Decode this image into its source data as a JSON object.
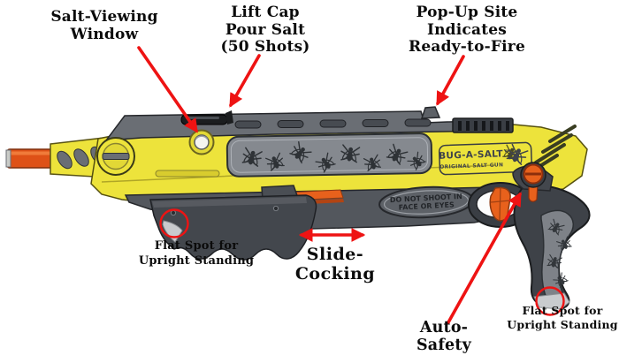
{
  "callouts": {
    "salt_viewing_window": "Salt-Viewing\nWindow",
    "lift_cap": "Lift Cap\nPour Salt\n(50 Shots)",
    "popup_site": "Pop-Up Site\nIndicates\nReady-to-Fire",
    "flat_spot_foregrip": "Flat Spot for\nUpright Standing",
    "slide_cocking": "Slide-Cocking",
    "auto_safety": "Auto-\nSafety",
    "flat_spot_grip": "Flat Spot for\nUpright Standing"
  },
  "gun_markings": {
    "brand_line1": "BUG-A-SALT™",
    "brand_line2": "ORIGINAL SALT GUN",
    "warning_line1": "DO NOT SHOOT IN",
    "warning_line2": "FACE OR EYES"
  },
  "colors": {
    "annotation_red": "#EE1313",
    "body_yellow": "#EDE33B",
    "accent_orange": "#E8611C",
    "barrel_orange": "#DE5117",
    "panel_gray": "#85898F",
    "dark_gray": "#3E4248",
    "background": "#FFFFFF"
  }
}
